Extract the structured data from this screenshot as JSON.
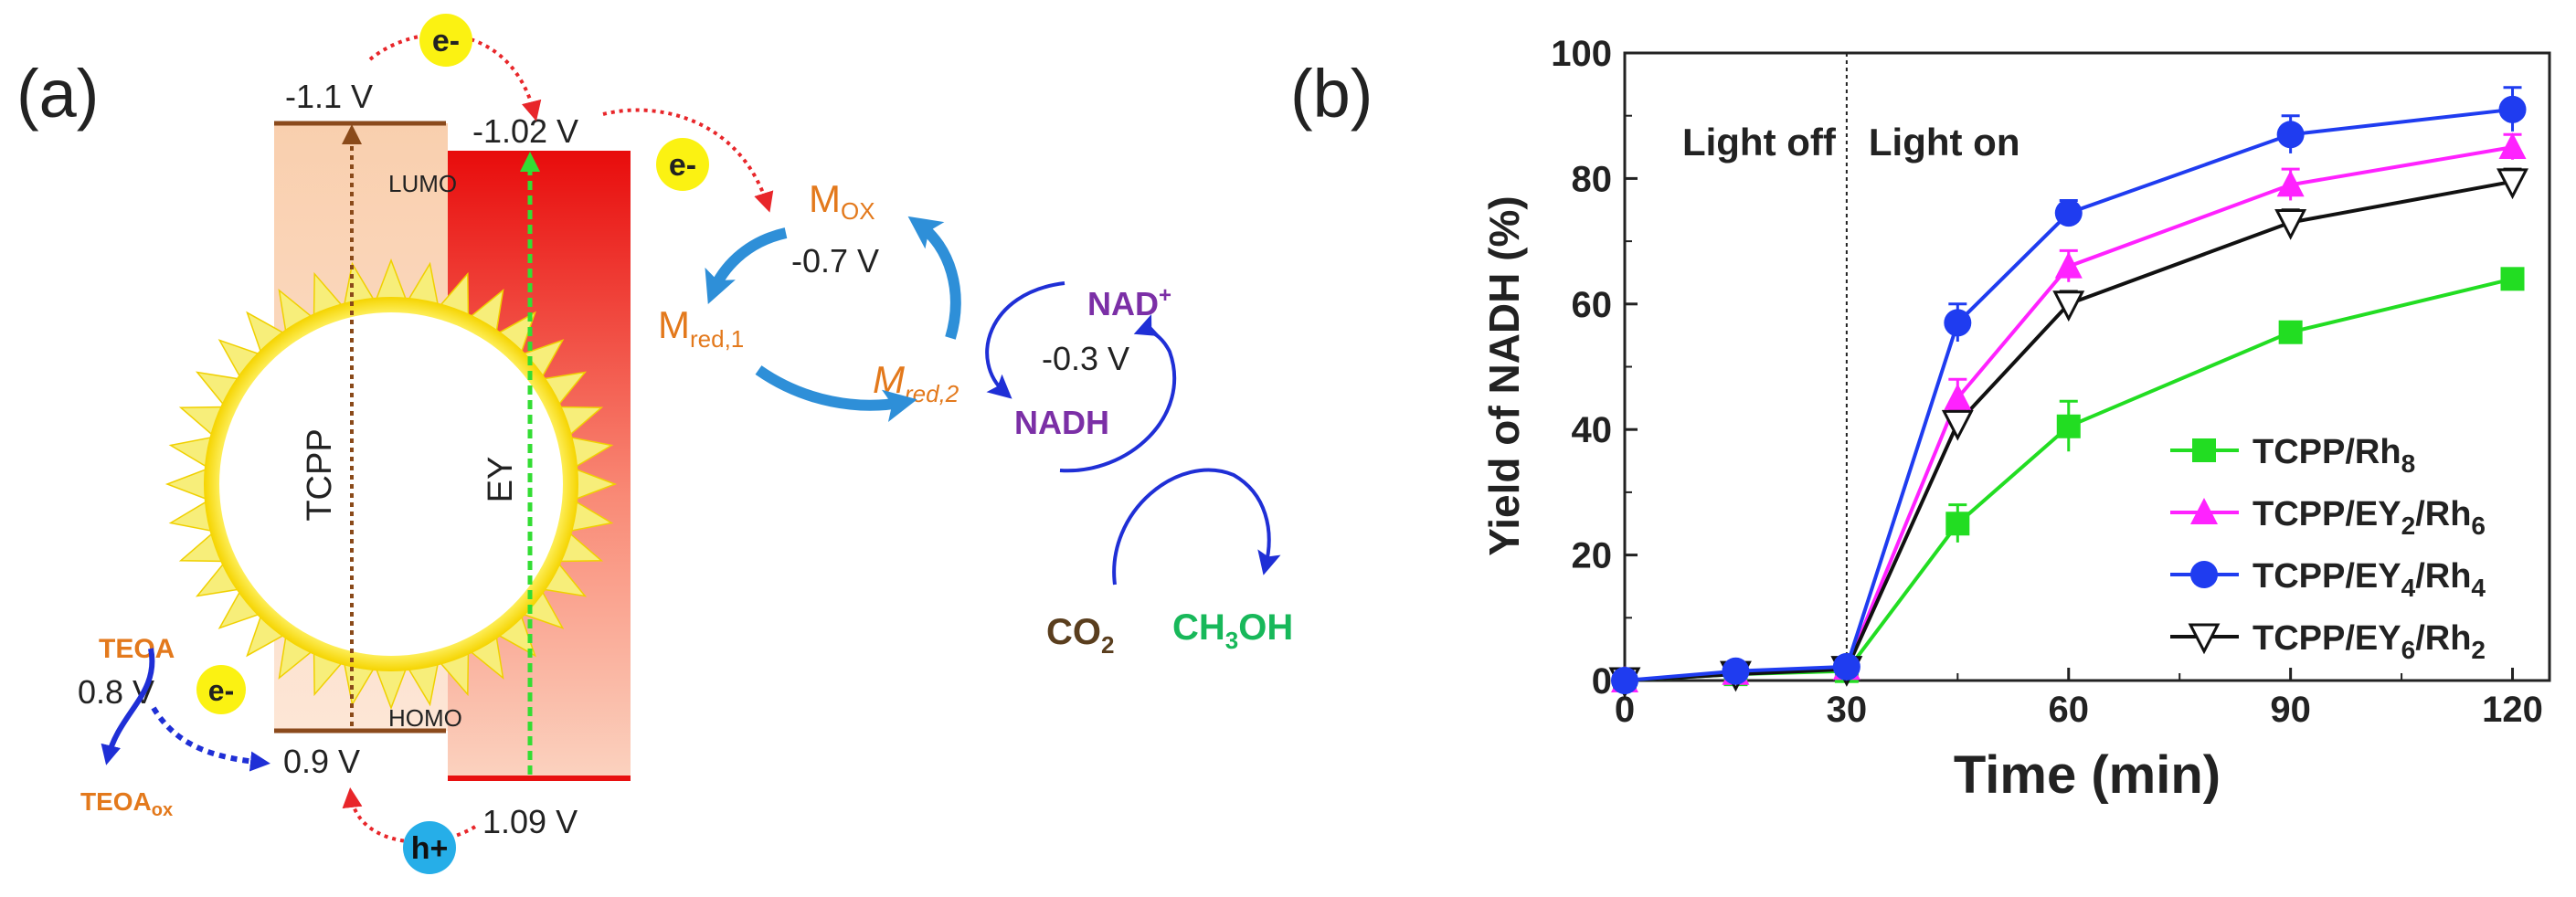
{
  "panel_a": {
    "label": "(a)",
    "tcpp": {
      "name": "TCPP",
      "lumo": "-1.1 V",
      "homo": "0.9 V"
    },
    "ey": {
      "name": "EY",
      "lumo": "-1.02 V",
      "homo": "1.09 V"
    },
    "lumo_label": "LUMO",
    "homo_label": "HOMO",
    "electron": "e-",
    "hole": "h+",
    "teoa": "TEOA",
    "teoa_potential": "0.8 V",
    "teoa_ox": "TEOA",
    "teoa_ox_sub": "ox",
    "m_ox": "M",
    "m_ox_sub": "OX",
    "m_potential": "-0.7 V",
    "m_red1": "M",
    "m_red1_sub": "red,1",
    "m_red2": "M",
    "m_red2_sub": "red,2",
    "nad": "NAD",
    "nad_sup": "+",
    "nad_potential": "-0.3 V",
    "nadh": "NADH",
    "co2": "CO",
    "co2_sub": "2",
    "methanol_a": "CH",
    "methanol_sub": "3",
    "methanol_b": "OH",
    "colors": {
      "electron_arrow": "#e8262a",
      "hole_arrow": "#e8262a",
      "cycle": "#2e8fd8",
      "nad_cycle": "#1f2fd6",
      "tcpp_band": "#f7c8a8",
      "ey_band": "#e81010",
      "orange_text": "#e3791c",
      "purple_text": "#7b2fa6",
      "green_text": "#18b85a",
      "brown_text": "#5a3e1e"
    }
  },
  "panel_b": {
    "label": "(b)",
    "chart_data": {
      "type": "line",
      "xlabel": "Time (min)",
      "ylabel": "Yield of NADH (%)",
      "xlim": [
        0,
        125
      ],
      "ylim": [
        0,
        100
      ],
      "xticks": [
        "0",
        "30",
        "60",
        "90",
        "120"
      ],
      "yticks": [
        "0",
        "20",
        "40",
        "60",
        "80",
        "100"
      ],
      "x": [
        0,
        15,
        30,
        45,
        60,
        90,
        120
      ],
      "annotations": [
        {
          "text": "Light off",
          "x": 15
        },
        {
          "text": "Light on",
          "x": 60
        }
      ],
      "divider_x": 30,
      "legend_position": "bottom-right",
      "series": [
        {
          "name": "TCPP/Rh",
          "sub": "8",
          "name_after": "",
          "color": "#22dd22",
          "marker": "square",
          "values": [
            0,
            1,
            1.5,
            25,
            40.5,
            55.5,
            64
          ],
          "errors": [
            0,
            0.5,
            0.5,
            3,
            4,
            1.5,
            1
          ]
        },
        {
          "name": "TCPP/EY",
          "sub": "2",
          "name_after": "/Rh",
          "sub2": "6",
          "color": "#ff22ff",
          "marker": "triangle",
          "values": [
            0,
            1.2,
            2,
            45,
            66,
            79,
            85
          ],
          "errors": [
            0,
            0.5,
            0.5,
            3,
            2.5,
            2.5,
            2
          ]
        },
        {
          "name": "TCPP/EY",
          "sub": "4",
          "name_after": "/Rh",
          "sub2": "4",
          "color": "#1f3cf0",
          "marker": "circle",
          "values": [
            0,
            1.5,
            2.2,
            57,
            74.5,
            87,
            91
          ],
          "errors": [
            0,
            0.5,
            0.5,
            3,
            2,
            3,
            3.5
          ]
        },
        {
          "name": "TCPP/EY",
          "sub": "6",
          "name_after": "/Rh",
          "sub2": "2",
          "color": "#111111",
          "marker": "triangle-down",
          "values": [
            0,
            1,
            1.8,
            41,
            60,
            73,
            79.5
          ],
          "errors": [
            0,
            0.5,
            0.5,
            2,
            2,
            2,
            2
          ]
        }
      ]
    }
  }
}
